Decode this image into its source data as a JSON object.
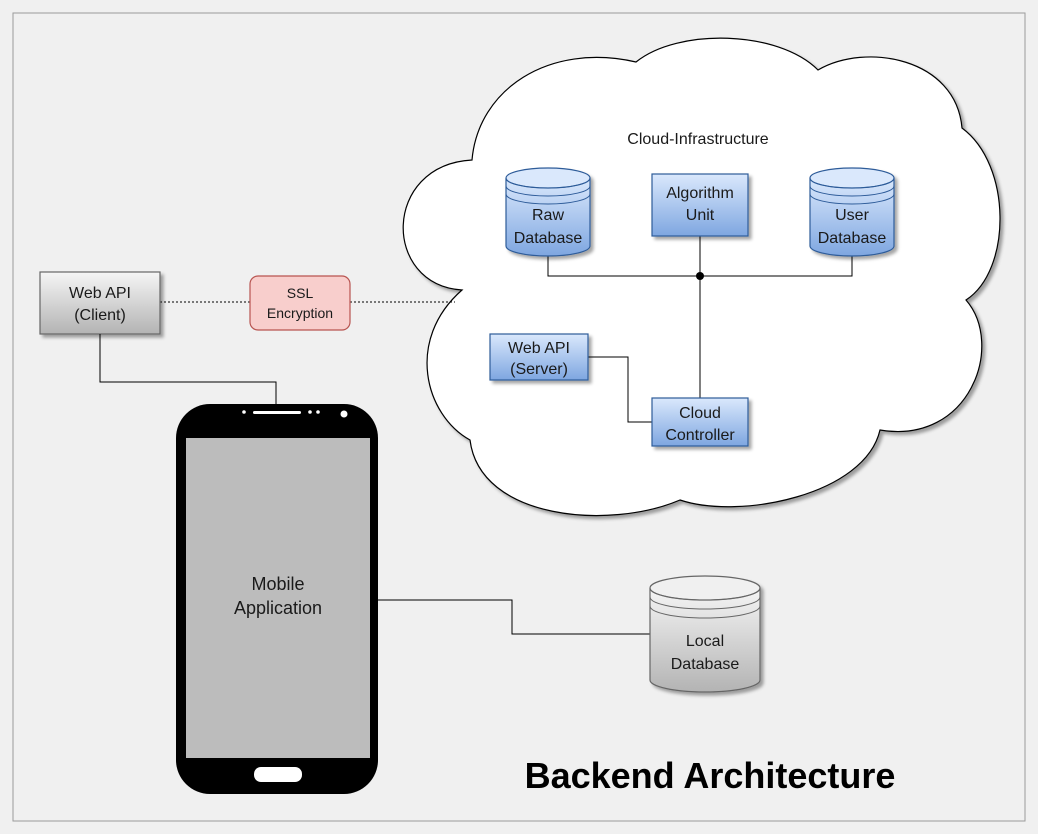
{
  "diagram": {
    "title": "Backend Architecture",
    "cloud": {
      "label": "Cloud-Infrastructure"
    },
    "nodes": {
      "raw_database": {
        "line1": "Raw",
        "line2": "Database"
      },
      "algorithm_unit": {
        "line1": "Algorithm",
        "line2": "Unit"
      },
      "user_database": {
        "line1": "User",
        "line2": "Database"
      },
      "web_api_server": {
        "line1": "Web API",
        "line2": "(Server)"
      },
      "cloud_controller": {
        "line1": "Cloud",
        "line2": "Controller"
      },
      "web_api_client": {
        "line1": "Web API",
        "line2": "(Client)"
      },
      "ssl_encryption": {
        "line1": "SSL",
        "line2": "Encryption"
      },
      "mobile_application": {
        "line1": "Mobile",
        "line2": "Application"
      },
      "local_database": {
        "line1": "Local",
        "line2": "Database"
      }
    },
    "colors": {
      "background": "#f0f0f0",
      "blue_fill": "#7ea6e0",
      "blue_stroke": "#2d5b99",
      "gray_fill": "#c8c8c8",
      "pink_fill": "#f8cecc",
      "pink_stroke": "#b85450",
      "phone_body": "#000000",
      "phone_screen": "#bcbcbc"
    }
  }
}
